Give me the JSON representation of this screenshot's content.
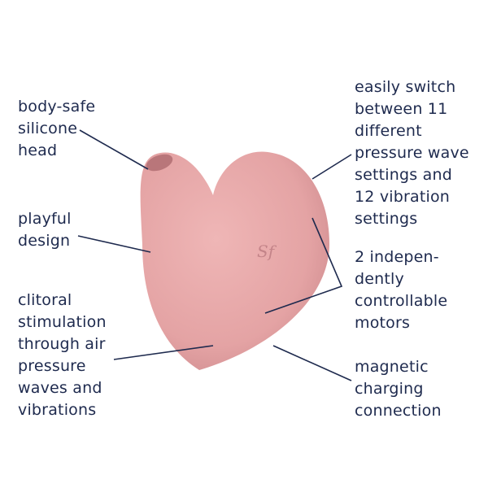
{
  "colors": {
    "text": "#1e2a4e",
    "product": "#e7a9aa",
    "lines": "#1e2a4e"
  },
  "product_logo": "Sf",
  "features_left": [
    {
      "lines": [
        "body-safe",
        "silicone",
        "head"
      ]
    },
    {
      "lines": [
        "playful",
        "design"
      ]
    },
    {
      "lines": [
        "clitoral",
        "stimulation",
        "through air",
        "pressure",
        "waves and",
        "vibrations"
      ]
    }
  ],
  "features_right": [
    {
      "lines": [
        "easily switch",
        "between 11",
        "different",
        "pressure wave",
        "settings and",
        "12 vibration",
        "settings"
      ]
    },
    {
      "lines": [
        "2 indepen-",
        "dently",
        "controllable",
        "motors"
      ]
    },
    {
      "lines": [
        "magnetic",
        "charging",
        "connection"
      ]
    }
  ]
}
